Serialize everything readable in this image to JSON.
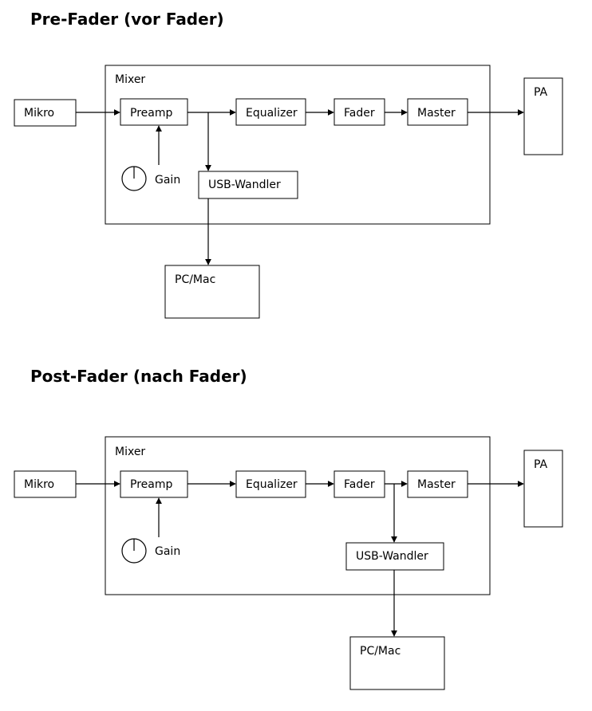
{
  "diagrams": [
    {
      "title": "Pre-Fader (vor Fader)",
      "labels": {
        "mixer": "Mixer",
        "mikro": "Mikro",
        "preamp": "Preamp",
        "equalizer": "Equalizer",
        "fader": "Fader",
        "master": "Master",
        "pa": "PA",
        "gain": "Gain",
        "usb": "USB-Wandler",
        "pc": "PC/Mac"
      }
    },
    {
      "title": "Post-Fader (nach Fader)",
      "labels": {
        "mixer": "Mixer",
        "mikro": "Mikro",
        "preamp": "Preamp",
        "equalizer": "Equalizer",
        "fader": "Fader",
        "master": "Master",
        "pa": "PA",
        "gain": "Gain",
        "usb": "USB-Wandler",
        "pc": "PC/Mac"
      }
    }
  ]
}
